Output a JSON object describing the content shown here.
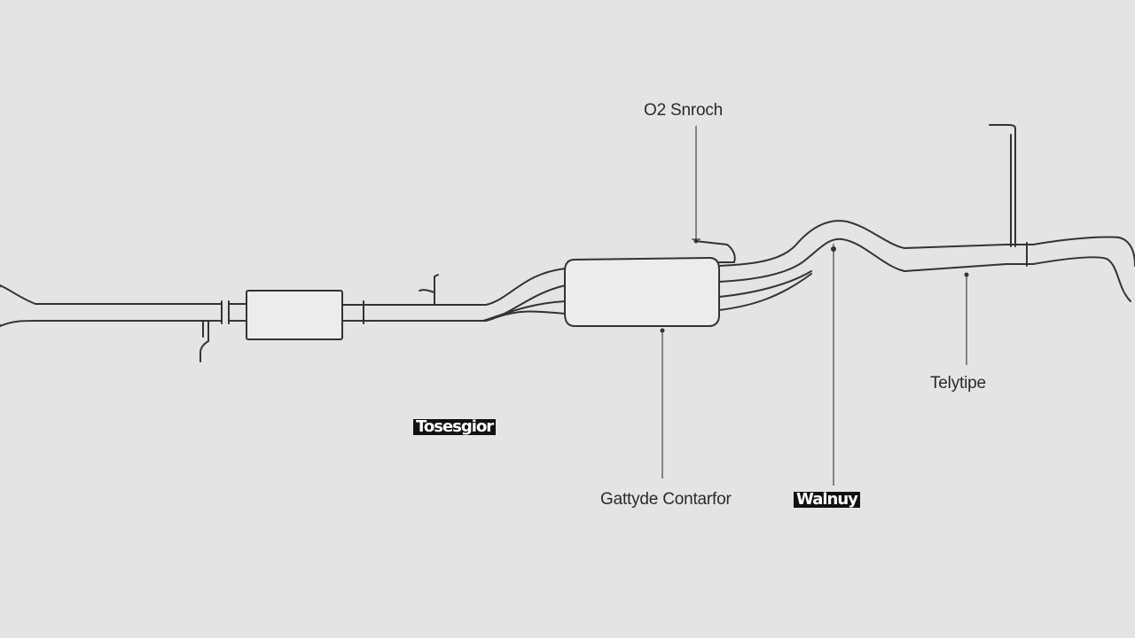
{
  "diagram": {
    "labels": {
      "o2_sensor": "O2 Snroch",
      "resonator": "Tosesgior",
      "catalytic_converter": "Gattyde Contarfor",
      "muffler": "Walnuy",
      "tailpipe": "Telytipe"
    }
  }
}
